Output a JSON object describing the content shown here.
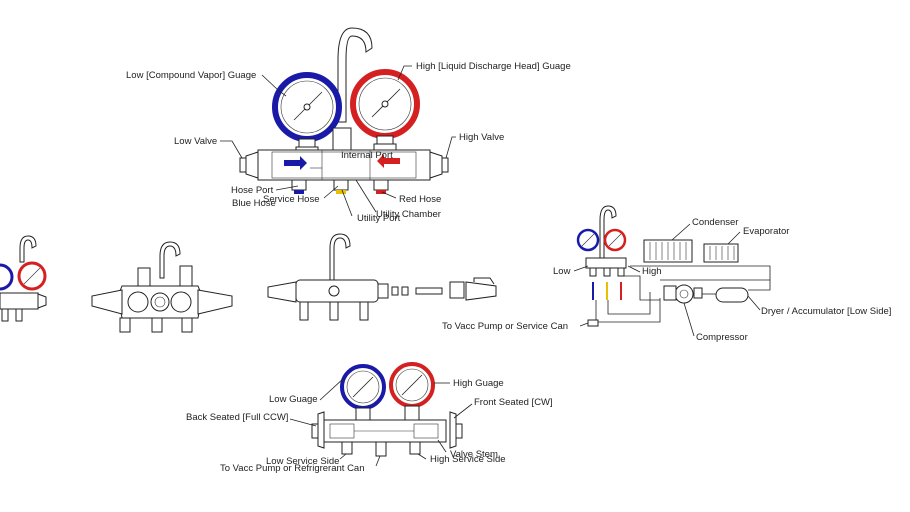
{
  "top": {
    "low_gauge": "Low [Compound Vapor] Guage",
    "high_gauge": "High [Liquid Discharge Head] Guage",
    "low_valve": "Low Valve",
    "high_valve": "High Valve",
    "internal_port": "Internal Port",
    "hose_port": "Hose Port",
    "blue_hose": "Blue Hose",
    "service_hose": "Service Hose",
    "red_hose": "Red Hose",
    "utility_chamber": "Utility Chamber",
    "utility_port": "Utility Port"
  },
  "system": {
    "condenser": "Condenser",
    "evaporator": "Evaporator",
    "low": "Low",
    "high": "High",
    "dryer": "Dryer / Accumulator [Low Side]",
    "vacc_pump": "To Vacc Pump or Service Can",
    "compressor": "Compressor"
  },
  "bottom": {
    "low_gauge": "Low Guage",
    "high_gauge": "High Guage",
    "back_seated": "Back Seated [Full CCW]",
    "front_seated": "Front Seated [CW]",
    "valve_stem": "Valve Stem",
    "low_service": "Low Service Side",
    "high_service": "High Service Side",
    "vacc_pump": "To Vacc Pump or Refrigrerant Can"
  },
  "colors": {
    "blue": "#1a1aa8",
    "red": "#d42020",
    "yellow": "#e8c000"
  }
}
